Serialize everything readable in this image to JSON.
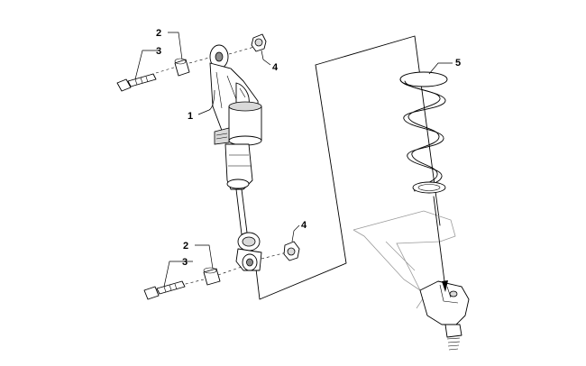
{
  "callouts": [
    {
      "id": "shock",
      "label": "1"
    },
    {
      "id": "spacer_top",
      "label": "2"
    },
    {
      "id": "bolt_top",
      "label": "3"
    },
    {
      "id": "nut_top",
      "label": "4"
    },
    {
      "id": "spring",
      "label": "5"
    },
    {
      "id": "spacer_bottom",
      "label": "2"
    },
    {
      "id": "bolt_bottom",
      "label": "3"
    },
    {
      "id": "nut_bottom",
      "label": "4"
    }
  ]
}
